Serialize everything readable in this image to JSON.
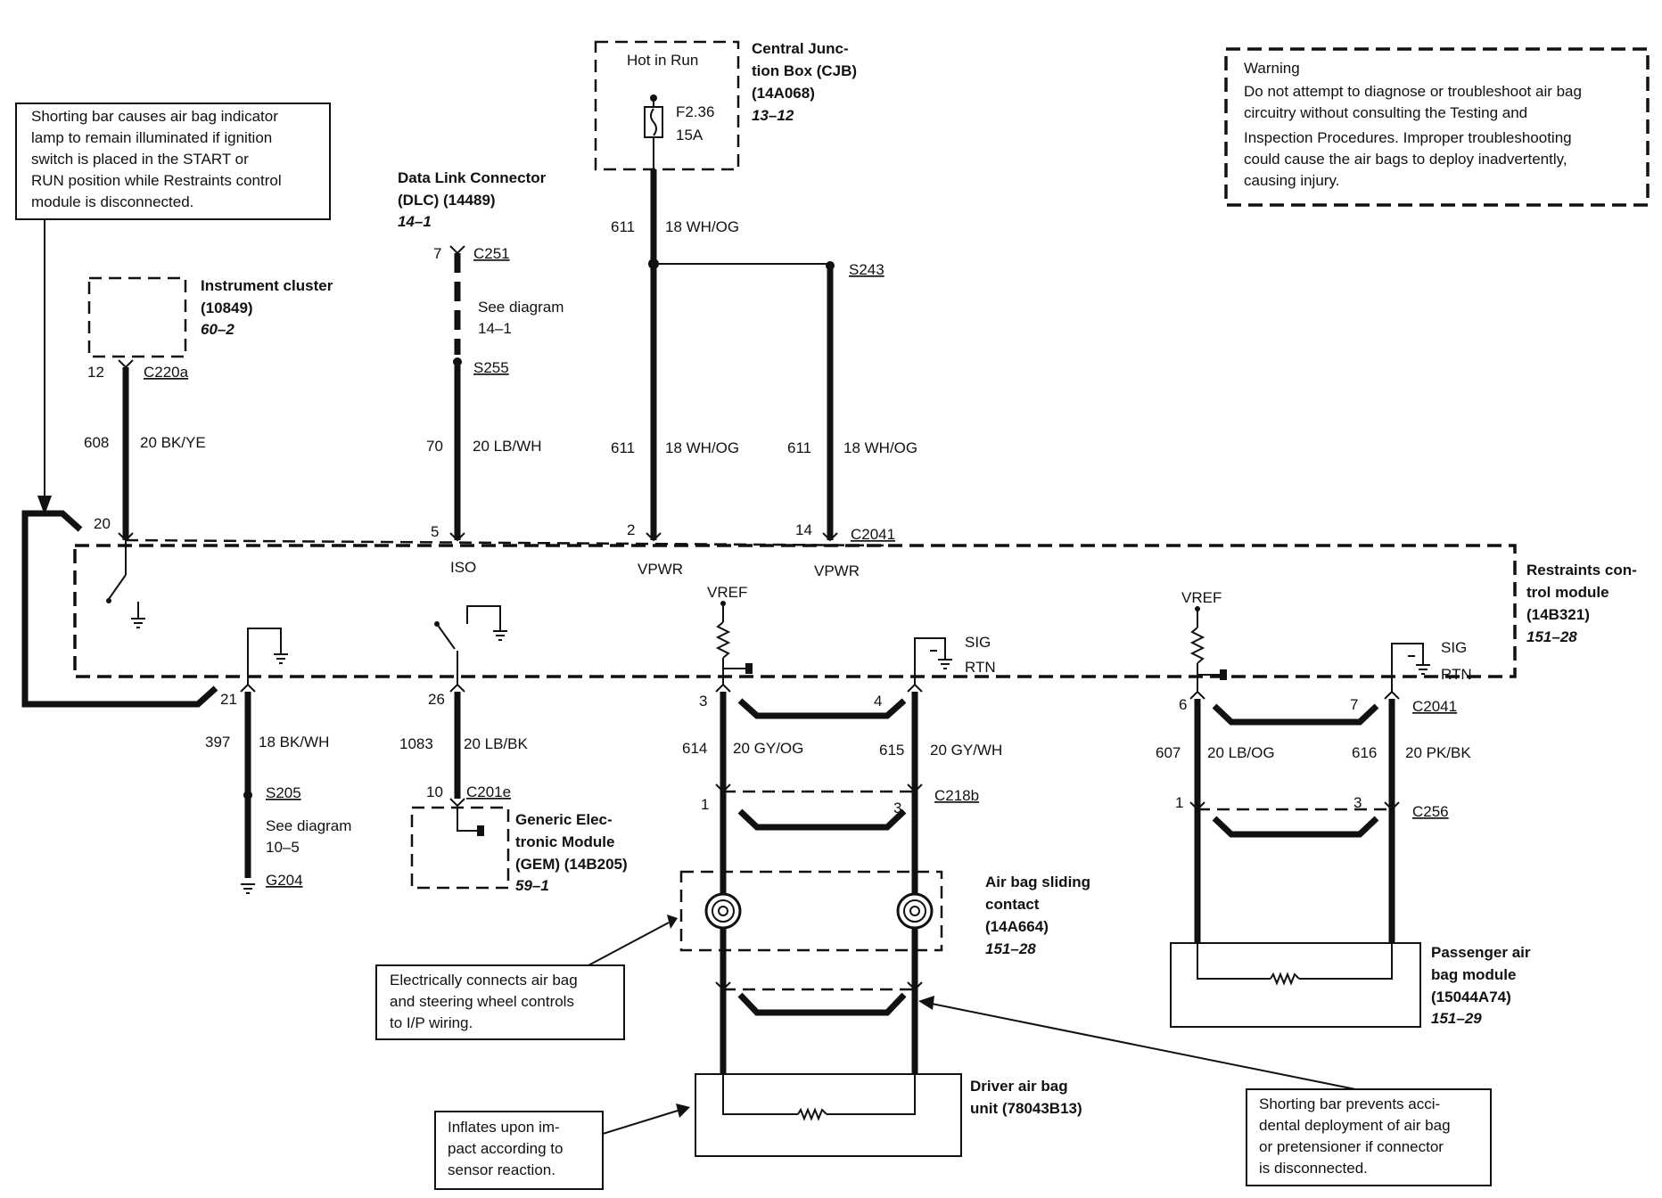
{
  "notes": {
    "shorting_bar_top": [
      "Shorting bar causes air bag indicator",
      "lamp to remain illuminated if ignition",
      "switch is placed in the START or",
      "RUN position while Restraints control",
      "module is disconnected."
    ],
    "warning": [
      "Warning",
      "Do not attempt to diagnose or troubleshoot air bag",
      "circuitry without consulting the Testing and",
      "Inspection Procedures. Improper troubleshooting",
      "could cause the air bags to deploy inadvertently,",
      "causing injury."
    ],
    "sliding_contact_note": [
      "Electrically connects air bag",
      "and steering wheel controls",
      "to I/P wiring."
    ],
    "inflates_note": [
      "Inflates upon im-",
      "pact according to",
      "sensor reaction."
    ],
    "shorting_bar_bottom": [
      "Shorting bar prevents acci-",
      "dental deployment of air bag",
      "or pretensioner if connector",
      "is disconnected."
    ]
  },
  "components": {
    "cjb": {
      "name": [
        "Central Junc-",
        "tion Box (CJB)",
        "(14A068)"
      ],
      "ref": "13–12",
      "hot": "Hot in Run",
      "fuse": "F2.36",
      "amps": "15A"
    },
    "dlc": {
      "name": [
        "Data Link Connector",
        "(DLC) (14489)"
      ],
      "ref": "14–1",
      "see": "See diagram",
      "see_ref": "14–1"
    },
    "cluster": {
      "name": [
        "Instrument cluster",
        "(10849)"
      ],
      "ref": "60–2"
    },
    "rcm": {
      "name": [
        "Restraints con-",
        "trol module",
        "(14B321)"
      ],
      "ref": "151–28"
    },
    "gem": {
      "name": [
        "Generic Elec-",
        "tronic Module",
        "(GEM) (14B205)"
      ],
      "ref": "59–1"
    },
    "sliding": {
      "name": [
        "Air bag sliding",
        "contact",
        "(14A664)"
      ],
      "ref": "151–28"
    },
    "driver": {
      "name": [
        "Driver air bag",
        "unit (78043B13)"
      ]
    },
    "passenger": {
      "name": [
        "Passenger air",
        "bag module",
        "(15044A74)"
      ],
      "ref": "151–29"
    },
    "ground": {
      "see": "See diagram",
      "see_ref": "10–5"
    }
  },
  "connectors": {
    "c220a": "C220a",
    "c251": "C251",
    "s255": "S255",
    "s243": "S243",
    "c2041": "C2041",
    "s205": "S205",
    "g204": "G204",
    "c201e": "C201e",
    "c218b": "C218b",
    "c256": "C256"
  },
  "circuits": {
    "c608": {
      "num": "608",
      "wire": "20 BK/YE"
    },
    "c70": {
      "num": "70",
      "wire": "20 LB/WH"
    },
    "c611a": {
      "num": "611",
      "wire": "18 WH/OG"
    },
    "c611b": {
      "num": "611",
      "wire": "18 WH/OG"
    },
    "c611c": {
      "num": "611",
      "wire": "18 WH/OG"
    },
    "c397": {
      "num": "397",
      "wire": "18 BK/WH"
    },
    "c1083": {
      "num": "1083",
      "wire": "20 LB/BK"
    },
    "c614": {
      "num": "614",
      "wire": "20 GY/OG"
    },
    "c615": {
      "num": "615",
      "wire": "20 GY/WH"
    },
    "c607": {
      "num": "607",
      "wire": "20 LB/OG"
    },
    "c616": {
      "num": "616",
      "wire": "20 PK/BK"
    }
  },
  "pins": {
    "p12": "12",
    "p20": "20",
    "p7": "7",
    "p5": "5",
    "p2": "2",
    "p14": "14",
    "p21": "21",
    "p26": "26",
    "p10": "10",
    "p3": "3",
    "p4": "4",
    "p1a": "1",
    "p3a": "3",
    "p6": "6",
    "p7b": "7",
    "p1b": "1",
    "p3b": "3"
  },
  "signals": {
    "iso": "ISO",
    "vpwr": "VPWR",
    "vref": "VREF",
    "sig": "SIG",
    "rtn": "RTN"
  }
}
